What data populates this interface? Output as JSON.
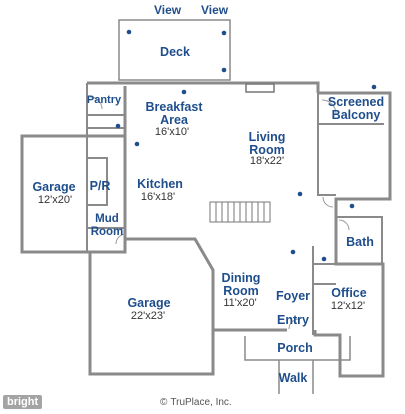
{
  "views": [
    "View",
    "View"
  ],
  "rooms": {
    "deck": {
      "name": "Deck"
    },
    "pantry": {
      "name": "Pantry"
    },
    "breakfast": {
      "name": "Breakfast\nArea",
      "dim": "16'x10'"
    },
    "screened": {
      "name": "Screened\nBalcony"
    },
    "living": {
      "name": "Living\nRoom",
      "dim": "18'x22'"
    },
    "garage_small": {
      "name": "Garage",
      "dim": "12'x20'"
    },
    "pr": {
      "name": "P/R"
    },
    "kitchen": {
      "name": "Kitchen",
      "dim": "16'x18'"
    },
    "mud": {
      "name": "Mud\nRoom"
    },
    "bath": {
      "name": "Bath"
    },
    "garage_large": {
      "name": "Garage",
      "dim": "22'x23'"
    },
    "dining": {
      "name": "Dining\nRoom",
      "dim": "11'x20'"
    },
    "foyer": {
      "name": "Foyer"
    },
    "office": {
      "name": "Office",
      "dim": "12'x12'"
    },
    "entry": {
      "name": "Entry"
    },
    "porch": {
      "name": "Porch"
    },
    "walk": {
      "name": "Walk"
    }
  },
  "credit": "TruPlace, Inc.",
  "badge": "bright"
}
